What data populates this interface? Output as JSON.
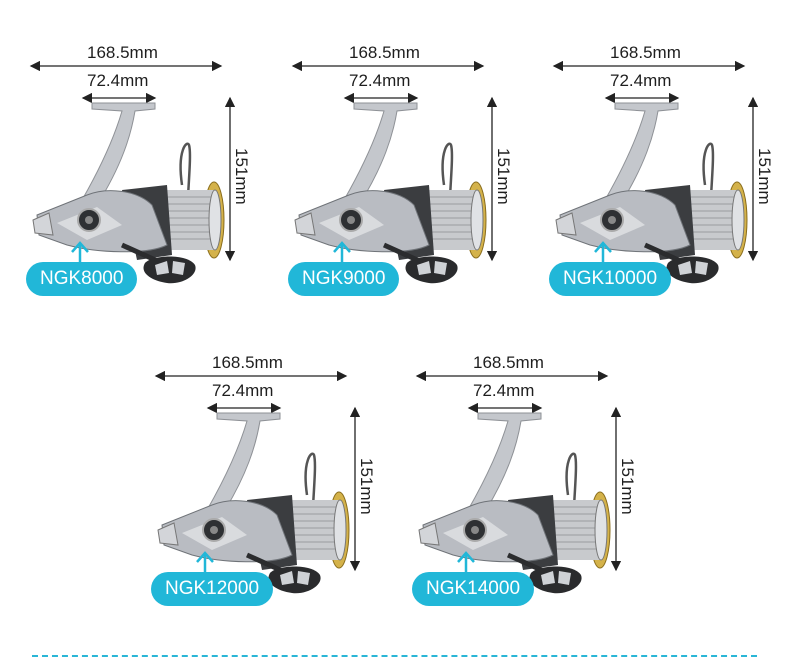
{
  "products": [
    {
      "model": "NGK8000",
      "width_label": "168.5mm",
      "spool_label": "72.4mm",
      "height_label": "151mm"
    },
    {
      "model": "NGK9000",
      "width_label": "168.5mm",
      "spool_label": "72.4mm",
      "height_label": "151mm"
    },
    {
      "model": "NGK10000",
      "width_label": "168.5mm",
      "spool_label": "72.4mm",
      "height_label": "151mm"
    },
    {
      "model": "NGK12000",
      "width_label": "168.5mm",
      "spool_label": "72.4mm",
      "height_label": "151mm"
    },
    {
      "model": "NGK14000",
      "width_label": "168.5mm",
      "spool_label": "72.4mm",
      "height_label": "151mm"
    }
  ],
  "colors": {
    "badge": "#21b7d8",
    "divider": "#2ab6d6",
    "reel_body": "#b9bcc2",
    "spool_rim": "#c9a437"
  }
}
